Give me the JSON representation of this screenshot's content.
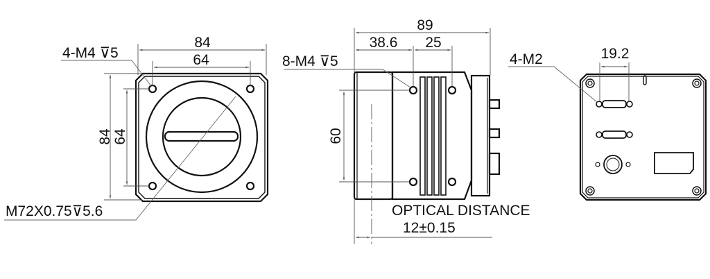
{
  "front_view": {
    "width_outer": "84",
    "width_holes": "64",
    "height_outer": "84",
    "height_holes": "64",
    "hole_callout": "4-M4 ⊽5",
    "mount_callout": "M72X0.75⊽5.6"
  },
  "side_view": {
    "length_total": "89",
    "hole_offset": "38.6",
    "hole_spacing": "25",
    "hole_callout": "8-M4 ⊽5",
    "hole_vertical": "60",
    "optical_label": "OPTICAL DISTANCE",
    "optical_value": "12±0.15"
  },
  "back_view": {
    "connector_spacing": "19.2",
    "screw_callout": "4-M2"
  },
  "colors": {
    "line": "#111111",
    "dim": "#555555"
  }
}
